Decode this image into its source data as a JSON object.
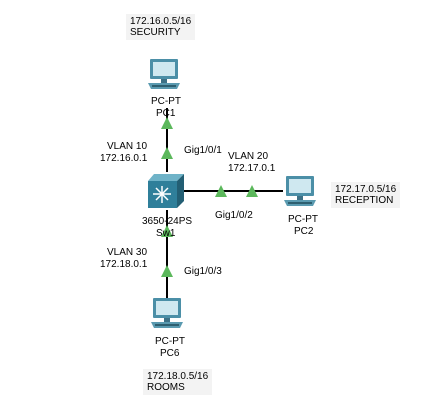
{
  "colors": {
    "link": "#000000",
    "link_up": "#5cb85c",
    "pc_body": "#4b8fa7",
    "pc_screen": "#cfe8f0",
    "switch_body": "#2f7f9a",
    "note_bg": "#f3f3f3"
  },
  "devices": {
    "pc1": {
      "model": "PC-PT",
      "name": "PC1",
      "icon": "desktop-pc-icon"
    },
    "sw1": {
      "model": "3650-24PS",
      "name": "Sw1",
      "icon": "multilayer-switch-icon"
    },
    "pc2": {
      "model": "PC-PT",
      "name": "PC2",
      "icon": "desktop-pc-icon"
    },
    "pc6": {
      "model": "PC-PT",
      "name": "PC6",
      "icon": "desktop-pc-icon"
    }
  },
  "notes": {
    "pc1": {
      "ip": "172.16.0.5/16",
      "zone": "SECURITY"
    },
    "pc2": {
      "ip": "172.17.0.5/16",
      "zone": "RECEPTION"
    },
    "pc6": {
      "ip": "172.18.0.5/16",
      "zone": "ROOMS"
    }
  },
  "links": {
    "pc1": {
      "vlan": "VLAN 10",
      "gateway": "172.16.0.1",
      "port": "Gig1/0/1"
    },
    "pc2": {
      "vlan": "VLAN 20",
      "gateway": "172.17.0.1",
      "port": "Gig1/0/2"
    },
    "pc6": {
      "vlan": "VLAN 30",
      "gateway": "172.18.0.1",
      "port": "Gig1/0/3"
    }
  }
}
